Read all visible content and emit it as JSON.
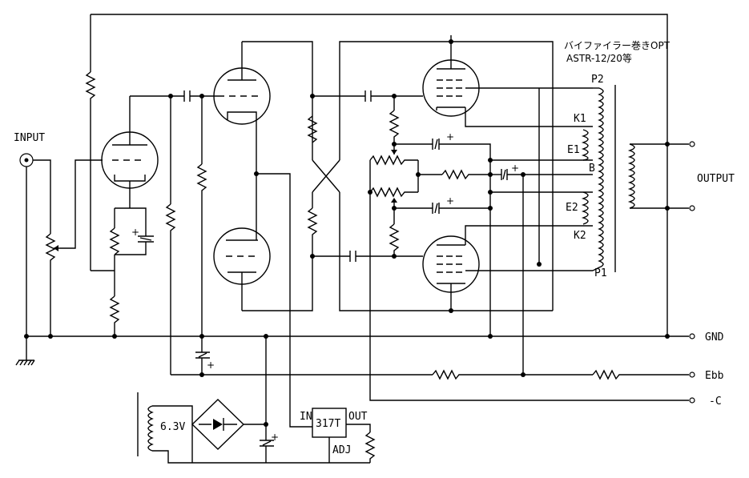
{
  "labels": {
    "input": "INPUT",
    "output": "OUTPUT",
    "gnd": "GND",
    "ebb": "Ebb",
    "neg_c": "-C",
    "opt_title_1": "バイファイラー巻きOPT",
    "opt_title_2": "ASTR-12/20等",
    "p2": "P2",
    "p1": "P1",
    "k1": "K1",
    "k2": "K2",
    "e1": "E1",
    "e2": "E2",
    "b": "B",
    "heater": "6.3V",
    "reg_in": "IN",
    "reg_out": "OUT",
    "reg_adj": "ADJ",
    "reg_name": "317T",
    "plus": "+"
  }
}
